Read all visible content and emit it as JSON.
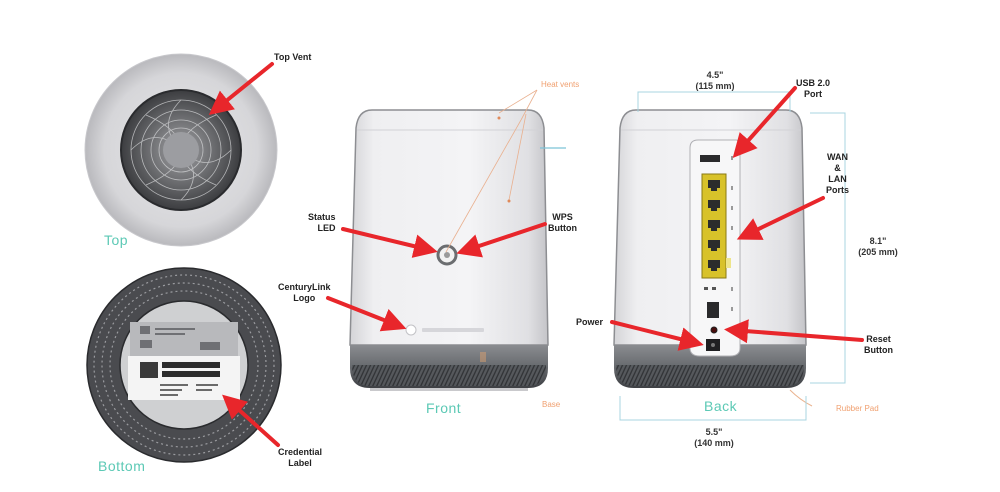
{
  "diagram": {
    "subject": "CenturyLink modem/router hardware overview",
    "views": {
      "top": "Top",
      "bottom": "Bottom",
      "front": "Front",
      "back": "Back"
    },
    "callouts": {
      "top_vent": "Top Vent",
      "credential_label": "Credential\nLabel",
      "status_led": "Status\nLED",
      "wps_button": "WPS\nButton",
      "centurylink_logo": "CenturyLink\nLogo",
      "usb_port": "USB 2.0\nPort",
      "wan_lan_ports": "WAN\n&\nLAN\nPorts",
      "power": "Power",
      "reset_button": "Reset\nButton"
    },
    "annotations": {
      "heat_vents": "Heat vents",
      "base": "Base",
      "rubber_pad": "Rubber Pad"
    },
    "dimensions": {
      "width_top": "4.5\"\n(115 mm)",
      "height": "8.1\"\n(205 mm)",
      "width_base": "5.5\"\n(140 mm)"
    },
    "colors": {
      "arrow": "#e8262b",
      "view_label": "#5cc9b5",
      "annotation": "#f0a070",
      "dimension_line": "#a8d4e0",
      "port_yellow": "#d8c22a",
      "base_grey": "#6b6e72"
    }
  }
}
